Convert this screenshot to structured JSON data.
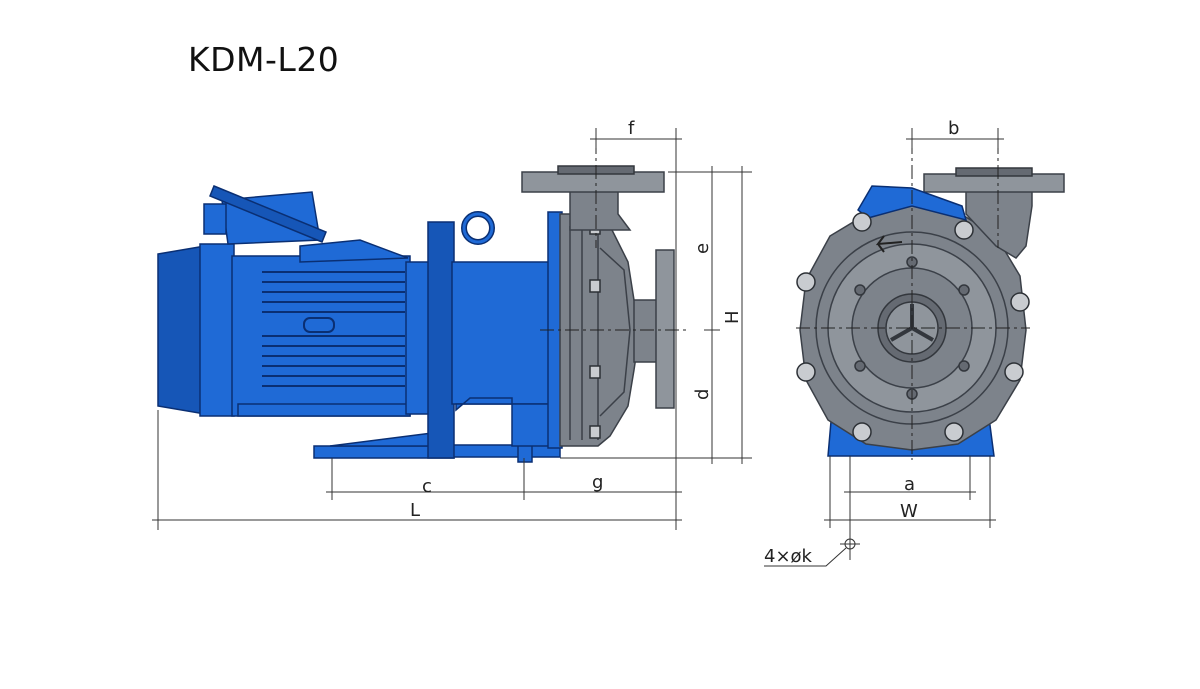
{
  "title": "KDM-L20",
  "dimensions": {
    "f": "f",
    "b": "b",
    "e": "e",
    "d": "d",
    "H": "H",
    "c": "c",
    "g": "g",
    "L": "L",
    "a": "a",
    "W": "W",
    "k": "4×øk"
  },
  "colors": {
    "motor_blue": "#1f6ad6",
    "casing_grey": "#7d838b",
    "outline": "#0a2f73"
  }
}
